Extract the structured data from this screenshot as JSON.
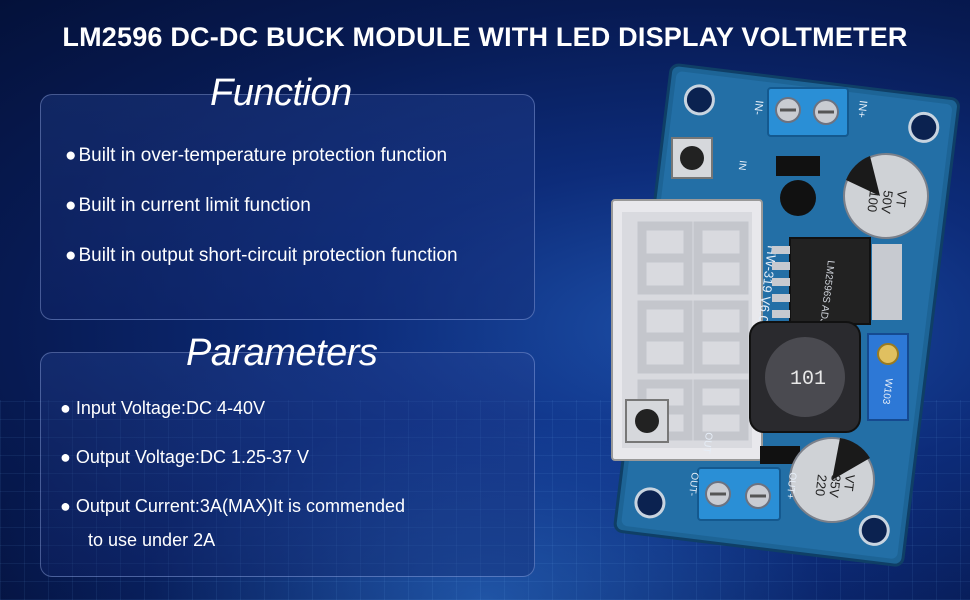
{
  "title": "LM2596 DC-DC BUCK MODULE WITH LED DISPLAY VOLTMETER",
  "function": {
    "heading": "Function",
    "items": [
      "Built in over-temperature protection function",
      "Built in current limit function",
      "Built in output short-circuit protection function"
    ]
  },
  "parameters": {
    "heading": "Parameters",
    "items": [
      "Input Voltage:DC 4-40V",
      "Output Voltage:DC 1.25-37 V",
      "Output Current:3A(MAX)It is commended",
      "to  use under 2A"
    ]
  },
  "board": {
    "inductor_label": "101",
    "cap_top_label_1": "100",
    "cap_top_label_2": "50V",
    "cap_top_label_3": "VT",
    "cap_bottom_label_1": "220",
    "cap_bottom_label_2": "35V",
    "cap_bottom_label_3": "VT",
    "pcb_label": "HW-319 V6.0",
    "chip_label": "LM2596S ADJ",
    "pot_label": "W103",
    "in_minus": "IN-",
    "in_plus": "IN+",
    "out_minus": "OUT-",
    "out_plus": "OUT+",
    "in_text": "IN",
    "out_text": "OUT"
  },
  "colors": {
    "background": "#0d2c7a",
    "pcb": "#1f6a9c",
    "terminal": "#2a8fd6",
    "display": "#e8e8ec"
  }
}
